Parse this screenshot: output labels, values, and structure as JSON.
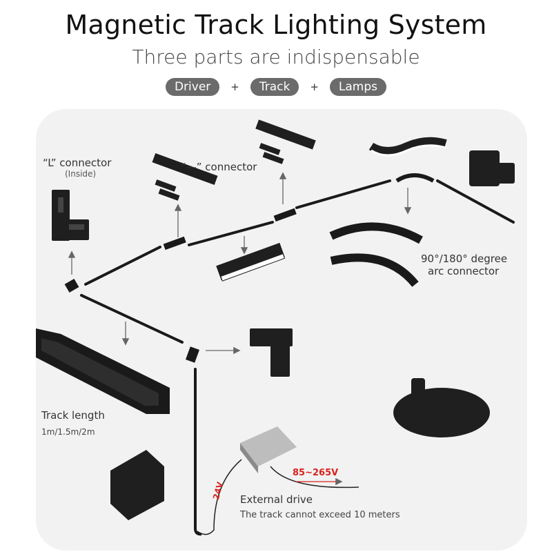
{
  "header": {
    "title": "Magnetic Track Lighting System",
    "subtitle": "Three parts are indispensable",
    "parts": [
      "Driver",
      "Track",
      "Lamps"
    ],
    "plus": "+"
  },
  "labels": {
    "l_connector": "“L” connector",
    "l_connector_sub": "(Inside)",
    "straight_connector": "“—” connector",
    "arc_connector_line1": "90°/180° degree",
    "arc_connector_line2": "arc connector",
    "track_length": "Track length",
    "track_length_values": "1m/1.5m/2m",
    "voltage_input": "85~265V",
    "voltage_output": "24V",
    "external_drive": "External drive",
    "track_limit_note": "The track cannot exceed 10 meters"
  },
  "colors": {
    "pill_bg": "#6b6b6b",
    "panel_bg": "#f2f2f2",
    "track": "#1a1a1a",
    "voltage_text": "#d8231c",
    "arrow": "#666666"
  }
}
